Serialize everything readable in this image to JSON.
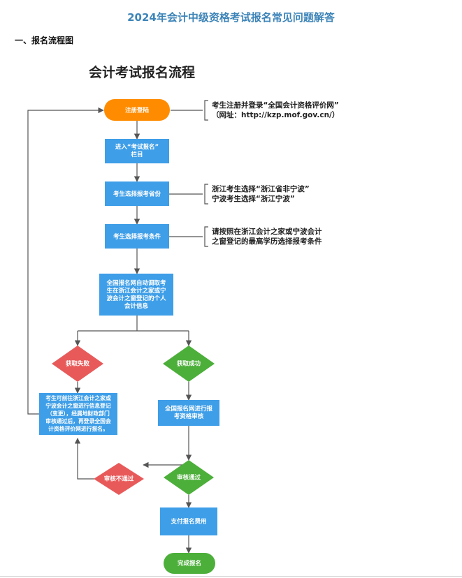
{
  "page": {
    "title": "2024年会计中级资格考试报名常见问题解答",
    "section_heading": "一、报名流程图"
  },
  "flowchart": {
    "title": "会计考试报名流程",
    "colors": {
      "process": "#3e9ee8",
      "start": "#ff8c00",
      "fail": "#e85a5a",
      "success": "#4caf3a",
      "line": "#555555"
    },
    "nodes": {
      "register_login": [
        "注册登陆"
      ],
      "enter_section": [
        "进入“考试报名”",
        "栏目"
      ],
      "select_province": [
        "考生选择报考省份"
      ],
      "select_conditions": [
        "考生选择报考条件"
      ],
      "auto_fetch": [
        "全国报名网自动调取考",
        "生在浙江会计之家或宁",
        "波会计之窗登记的个人",
        "会计信息"
      ],
      "fetch_fail": [
        "获取失败"
      ],
      "fetch_success": [
        "获取成功"
      ],
      "retry_register": [
        "考生可前往浙江会计之家或",
        "宁波会计之窗进行信息登记",
        "（变更），经属地财政部门",
        "审核通过后，再登录全国会",
        "计资格评价网进行报名。"
      ],
      "qualification_review": [
        "全国报名网进行报",
        "考资格审核"
      ],
      "review_fail": [
        "审核不通过"
      ],
      "review_pass": [
        "审核通过"
      ],
      "pay_fee": [
        "支付报名费用"
      ],
      "complete": [
        "完成报名"
      ]
    },
    "notes": {
      "register": [
        "考生注册并登录“全国会计资格评价网”",
        "（网址：http://kzp.mof.gov.cn/）"
      ],
      "province": [
        "浙江考生选择“浙江省非宁波”",
        "宁波考生选择“浙江宁波”"
      ],
      "conditions": [
        "请按照在浙江会计之家或宁波会计",
        "之窗登记的最高学历选择报考条件"
      ]
    }
  }
}
